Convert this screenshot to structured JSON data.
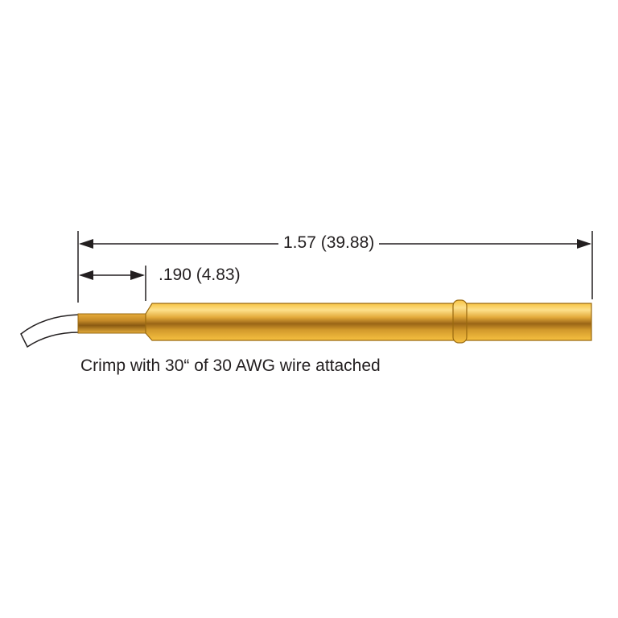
{
  "diagram": {
    "type": "technical-drawing",
    "subject": "crimp pin with wire",
    "overall_length": {
      "label": "1.57 (39.88)",
      "inches": 1.57,
      "mm": 39.88
    },
    "crimp_length": {
      "label": ".190 (4.83)",
      "inches": 0.19,
      "mm": 4.83
    },
    "caption": "Crimp with 30“ of 30 AWG wire attached",
    "colors": {
      "gold_light": "#fcd874",
      "gold_mid": "#e8b43a",
      "gold_dark": "#8a5a12",
      "outline": "#9a6a10",
      "dimension_line": "#231f20",
      "wire_fill": "#ffffff"
    }
  }
}
